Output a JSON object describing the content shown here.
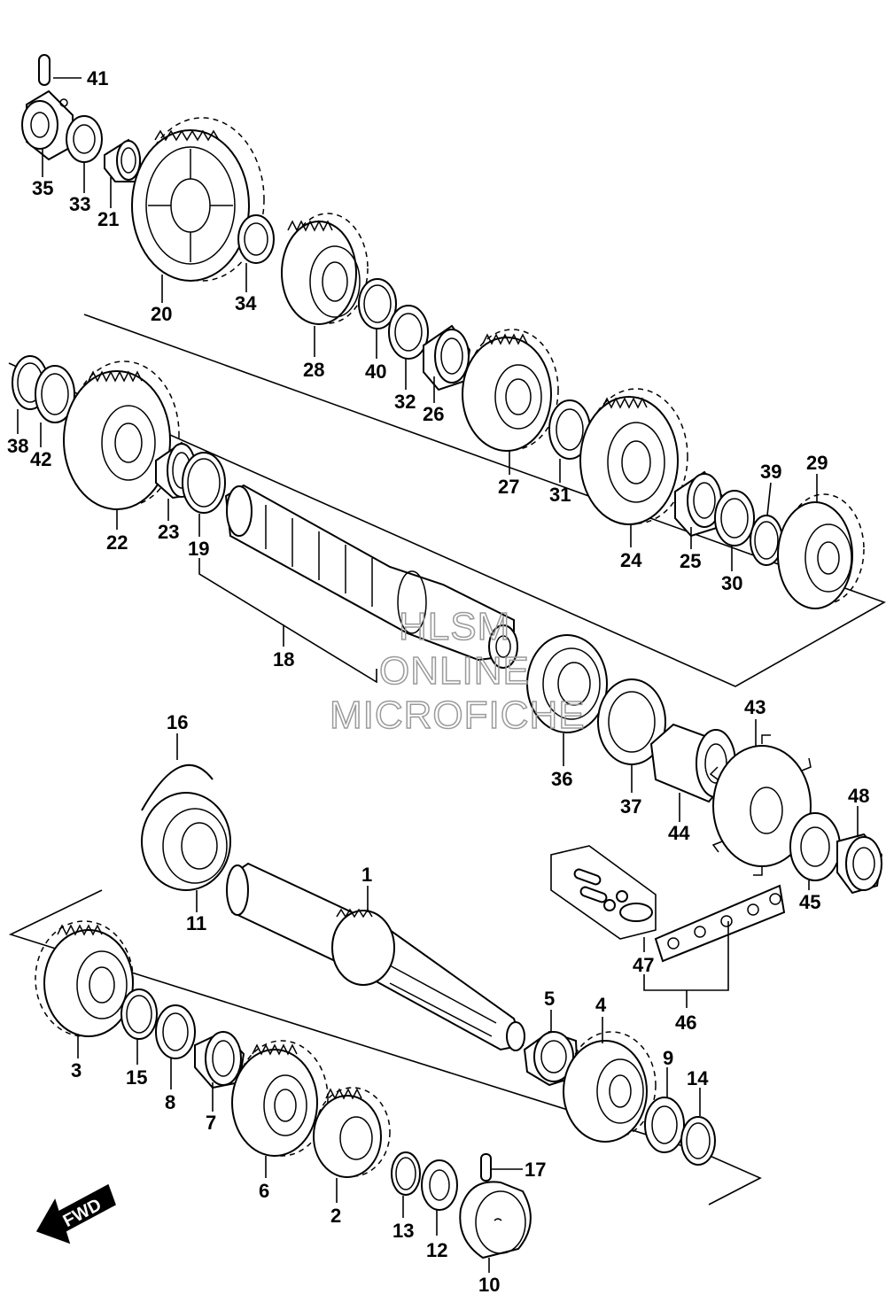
{
  "watermark": {
    "line1": "HLSM",
    "line2": "ONLINE",
    "line3": "MICROFICHE"
  },
  "fwd_label": "FWD",
  "callouts": {
    "p1": "1",
    "p2": "2",
    "p3": "3",
    "p4": "4",
    "p5": "5",
    "p6": "6",
    "p7": "7",
    "p8": "8",
    "p9": "9",
    "p10": "10",
    "p11": "11",
    "p12": "12",
    "p13": "13",
    "p14": "14",
    "p15": "15",
    "p16": "16",
    "p17": "17",
    "p18": "18",
    "p19": "19",
    "p20": "20",
    "p21": "21",
    "p22": "22",
    "p23": "23",
    "p24": "24",
    "p25": "25",
    "p26": "26",
    "p27": "27",
    "p28": "28",
    "p29": "29",
    "p30": "30",
    "p31": "31",
    "p32": "32",
    "p33": "33",
    "p34": "34",
    "p35": "35",
    "p36": "36",
    "p37": "37",
    "p38": "38",
    "p39": "39",
    "p40": "40",
    "p41": "41",
    "p42": "42",
    "p43": "43",
    "p44": "44",
    "p45": "45",
    "p46": "46",
    "p47": "47",
    "p48": "48"
  }
}
